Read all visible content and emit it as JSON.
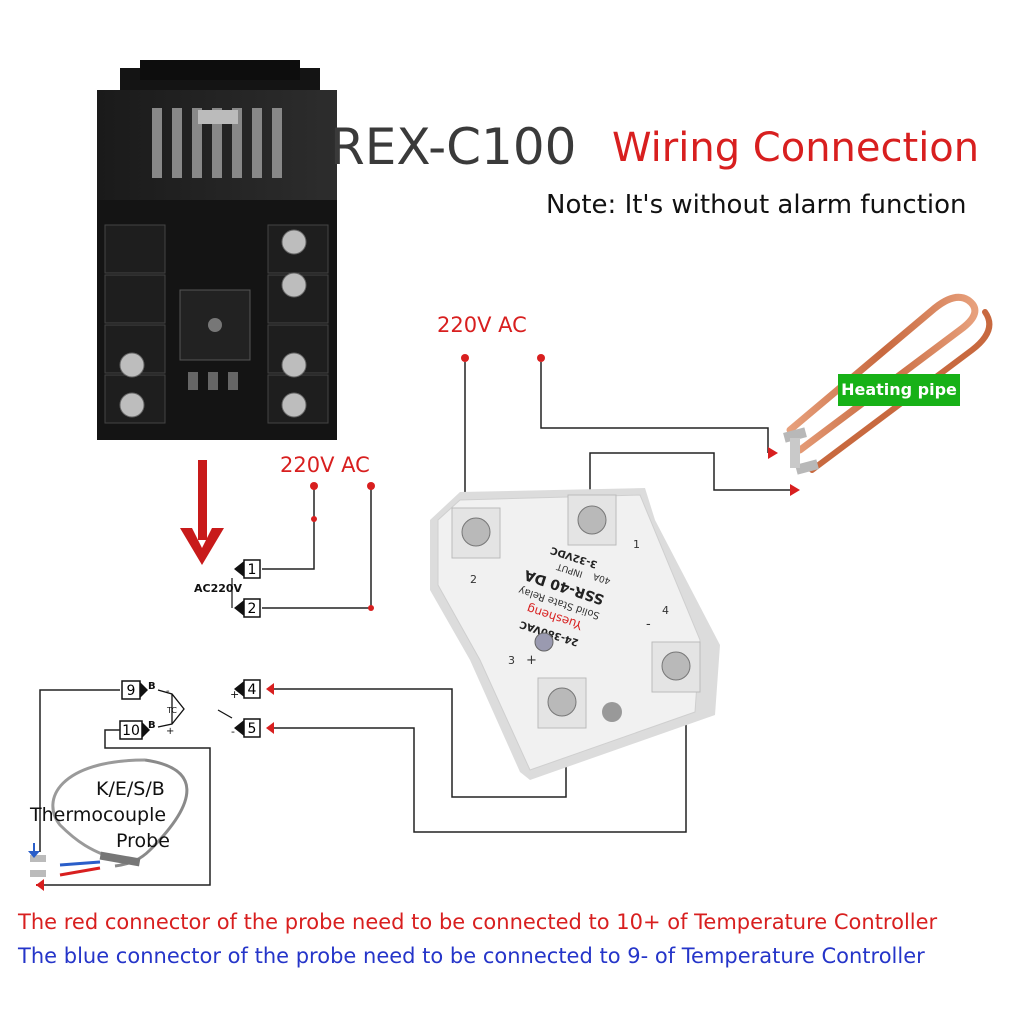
{
  "title": {
    "model": "REX-C100",
    "subtitle": "Wiring Connection",
    "note": "Note: It's without alarm function"
  },
  "power": {
    "ssr_supply_label": "220V AC",
    "controller_supply_label": "220V AC",
    "controller_ac_label": "AC220V"
  },
  "heater": {
    "label": "Heating pipe"
  },
  "controller_terminals": [
    "1",
    "2",
    "4",
    "5",
    "9",
    "10"
  ],
  "terminal_marks": {
    "t4_polarity": "+",
    "t5_polarity": "-",
    "t9_letter": "B",
    "t10_letter": "B",
    "tc_label": "TC",
    "t9_polarity": "-",
    "t10_polarity": "+"
  },
  "ssr": {
    "brand": "Yuesheng",
    "type": "Solid State Relay",
    "model": "SSR-40 DA",
    "output_rating": "24-380VAC",
    "input_label": "INPUT",
    "input_rating": "3-32VDC",
    "current": "40A",
    "terminals": [
      "1",
      "2",
      "3",
      "4"
    ],
    "plus_sign": "+",
    "minus_sign": "-"
  },
  "probe": {
    "line1": "K/E/S/B",
    "line2": "Thermocouple",
    "line3": "Probe"
  },
  "instructions": {
    "red": "The red connector of the probe need to be connected to 10+ of Temperature Controller",
    "blue": "The blue connector of the probe need to be connected to 9- of Temperature Controller"
  },
  "colors": {
    "red": "#d81f1f",
    "blue": "#2535c9",
    "green": "#17b117",
    "dark_text": "#3a3a3a"
  }
}
